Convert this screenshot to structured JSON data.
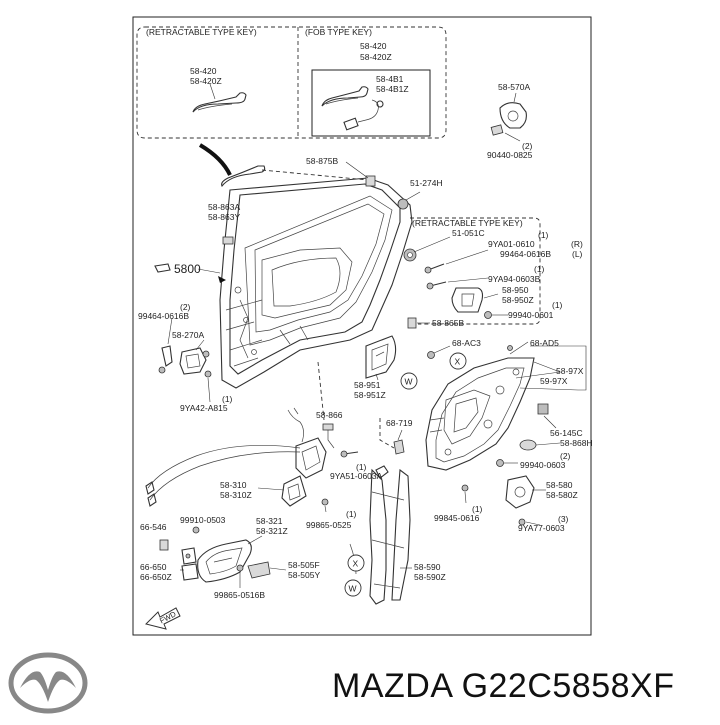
{
  "diagram": {
    "inset_retractable_title": "(RETRACTABLE TYPE KEY)",
    "inset_fob_title": "(FOB TYPE KEY)",
    "inset_retractable_key_title": "(RETRACTABLE TYPE KEY)",
    "fwd_label": "FWD",
    "labels": [
      "58-420",
      "58-420Z",
      "58-420",
      "58-420Z",
      "58-4B1",
      "58-4B1Z",
      "58-570A",
      "(2)",
      "90440-0825",
      "58-875B",
      "51-274H",
      "58-863A",
      "58-863Y",
      "51-051C",
      "(1)",
      "9YA01-0610",
      "(R)",
      "99464-0616B",
      "(L)",
      "5800",
      "(1)",
      "9YA94-0603B",
      "58-950",
      "58-950Z",
      "(2)",
      "99464-0616B",
      "(1)",
      "99940-0601",
      "58-865B",
      "58-270A",
      "68-AC3",
      "68-AD5",
      "58-97X",
      "59-97X",
      "(1)",
      "9YA42-A815",
      "58-951",
      "58-951Z",
      "58-866",
      "68-719",
      "56-145C",
      "58-868H",
      "(1)",
      "9YA51-0603A",
      "(2)",
      "99940-0603",
      "58-310",
      "58-310Z",
      "58-580",
      "58-580Z",
      "(1)",
      "99865-0525",
      "(1)",
      "99845-0616",
      "99910-0503",
      "58-321",
      "58-321Z",
      "(3)",
      "9YA77-0603",
      "66-546",
      "66-650",
      "66-650Z",
      "58-505F",
      "58-505Y",
      "58-590",
      "58-590Z",
      "99865-0516B"
    ],
    "callout_letters": [
      "X",
      "W",
      "X",
      "W"
    ]
  },
  "footer": {
    "brand_part_text": "MAZDA G22C5858XF"
  }
}
